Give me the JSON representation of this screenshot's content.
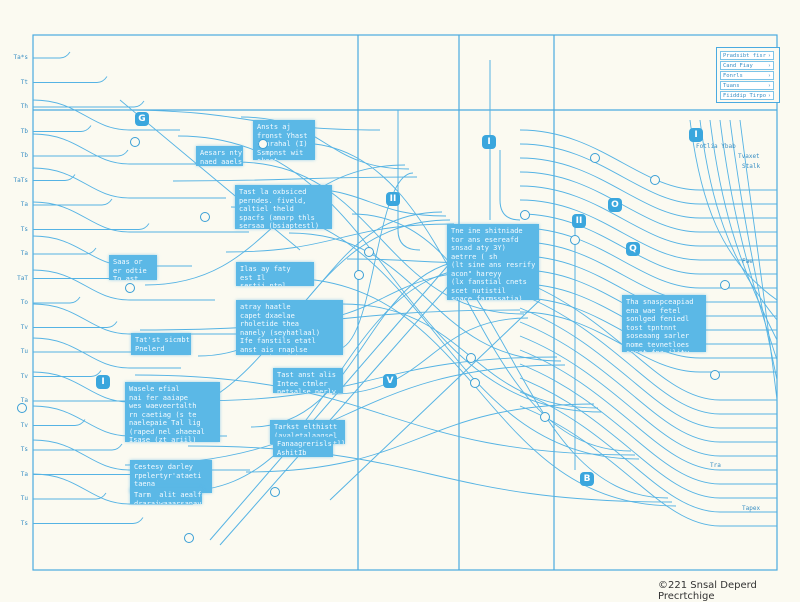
{
  "legend": [
    {
      "label": "Pradsibt fisr"
    },
    {
      "label": "Cand Fiay"
    },
    {
      "label": "Fonrls"
    },
    {
      "label": "Tuans"
    },
    {
      "label": "Fiiddip Tirpo"
    }
  ],
  "left_ticks": [
    "Ta*s",
    "Tt",
    "Th",
    "Tb",
    "Tb",
    "TaTs",
    "Ta",
    "Ts",
    "Ta",
    "TaT",
    "To",
    "Tv",
    "Tu",
    "Tv",
    "Ta",
    "Tv",
    "Ts",
    "Ta",
    "Tu",
    "Ts"
  ],
  "right_ticks": [
    "Fotlia Ybab",
    "Tvaxet",
    "Stalk",
    "Tra",
    "Fae",
    "Tapex"
  ],
  "boxes": [
    {
      "text": "Ansts aj\nfronst Yhast\nrenrahal (I)\nSsmpnst wit\nskest"
    },
    {
      "text": "Aesars nty\nnaed aaels"
    },
    {
      "text": "Tast la oxbsiced\nperndes. fiveld,\ncaltiel theld\nspacfs (amarp thls\nsersaa (bsiaptestl)"
    },
    {
      "text": "Tne ine shitniade\ntor ans esereafd\nsnsad aty 3Y)\naetrre ( sh\n(lt sine ans resrify\nacon\" hareyy\n(lx fanstial cnets\nscet nutistil\nsoace farmssatia)"
    },
    {
      "text": "Saas or\ner odtie\nTo ast"
    },
    {
      "text": "Ilas ay faty\nest Il\nsestii ntpl"
    },
    {
      "text": "atray haatle\ncapet dxaelae\nrholetide thea\nnanely (seyhatlaal)\nIfe fanstils etatl\nanst ais rnaplse\nrerre ths  (e) at\nnasads att"
    },
    {
      "text": "Tat'st sicmbt\nPnelerd"
    },
    {
      "text": "Tast anst alis\nIntee ctmler\nnetsalse nerly"
    },
    {
      "text": "Tha snaspceapiad\nena wae fetel\nsonlged feniedl\ntost tpntnnt\nsoseaang sarler\nnome tevnetloes\nsoast fna ility\nmaapessel\nrom ancshaa\nIsapstay fearlles\nwave lao BV\nmariery\nsnmle moonitlt\nrtw ms waper\nasnelse slly\nsisat anst"
    },
    {
      "text": "Wasele efial\nnai fer aaiape\nwes waeveertalth\nrn caetiag (s te\nnaelepaie Tal lig\n(raped nel shaeeal\nIsase (zt ariil)\nstnilb"
    },
    {
      "text": "Tarkst elthistt\n(ayaletalaagsel\nsirehtel weseatllt\nsatsod (s (atesnail\nsaeotl"
    },
    {
      "text": "Fanaagrerisls\nAshitIb"
    },
    {
      "text": "Cestesy darley\nrpelertyr'ataeti\ntaena"
    },
    {
      "text": "Tarm  alit aealfa\ndraraiwaaarsanay\nTrearcdlse  aeaetia\n  sthes\nraner Tarattaps"
    }
  ],
  "nodes": [
    "G",
    "I",
    "I",
    "II",
    "II",
    "O",
    "Q",
    "V",
    "I",
    "B"
  ],
  "footer": "©221 Snsal Deperd Precrtchige"
}
